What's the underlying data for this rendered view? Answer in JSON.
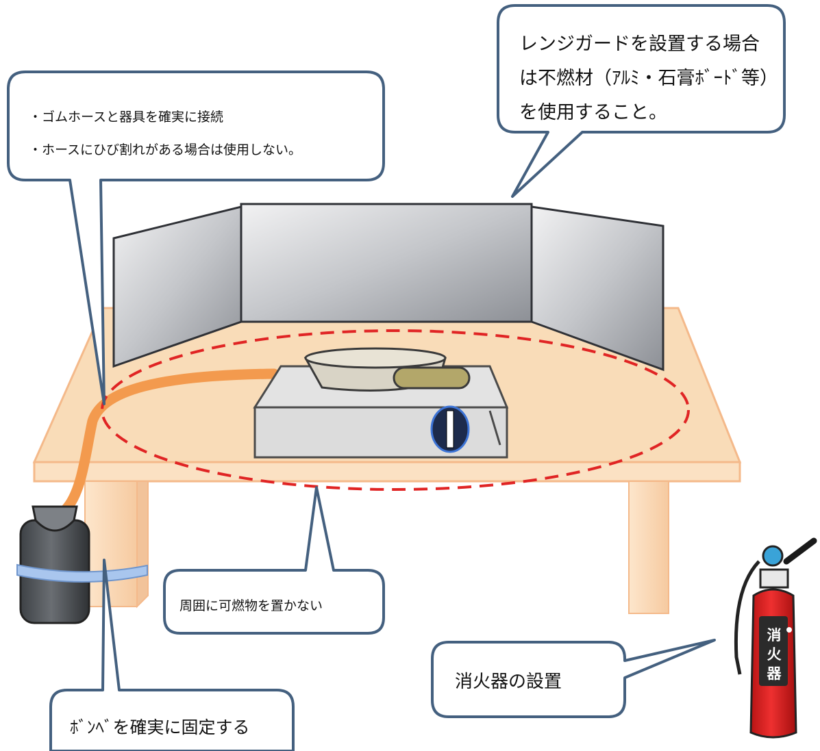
{
  "callouts": {
    "hose": {
      "lines": [
        "・ゴムホースと器具を確実に接続",
        "・ホースにひび割れがある場合は使用しない。"
      ]
    },
    "range_guard": {
      "lines": [
        "レンジガードを設置する場合",
        "は不燃材（ｱﾙﾐ・石膏ﾎﾞｰﾄﾞ等）",
        "を使用すること。"
      ]
    },
    "combustibles": {
      "text": "周囲に可燃物を置かない"
    },
    "extinguisher": {
      "text": "消火器の設置"
    },
    "cylinder": {
      "text": "ﾎﾞﾝﾍﾞを確実に固定する"
    }
  },
  "extinguisher_label": [
    "消",
    "火",
    "器"
  ],
  "colors": {
    "callout_border": "#44607f",
    "table_top": "#f8d4ac",
    "table_edge": "#f4b98a",
    "hose": "#f39a4e",
    "danger_zone": "#e02424",
    "guard_panel": "#b9bcc1",
    "stove_body": "#d9d9d9",
    "cylinder": "#555a5f",
    "strap": "#8fb4e3",
    "extinguisher": "#e52322"
  }
}
